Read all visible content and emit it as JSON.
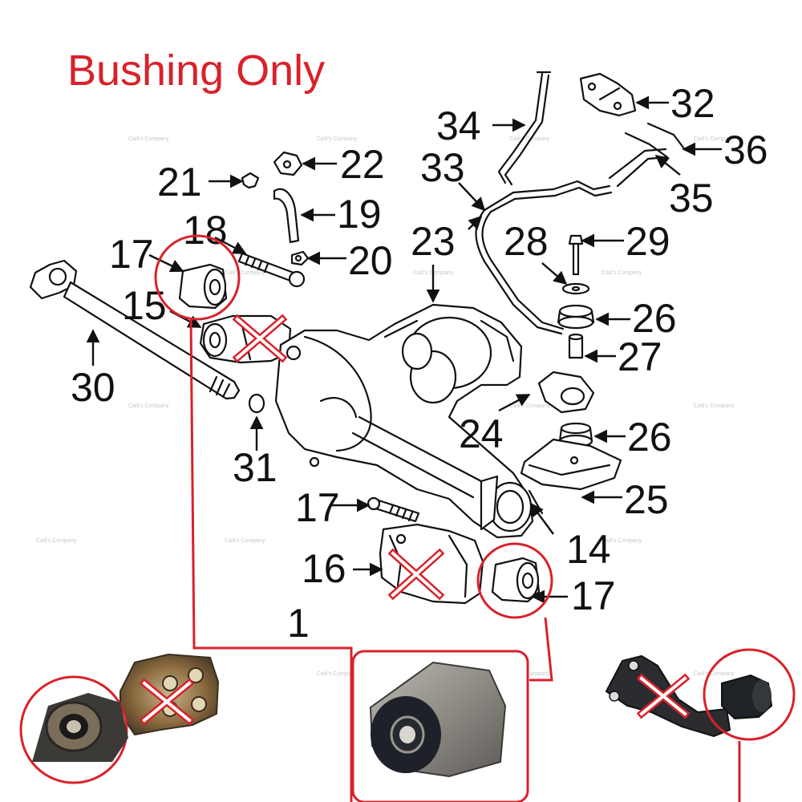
{
  "title": "Bushing Only",
  "watermark": "Caili's Company",
  "callouts": {
    "c1": "1",
    "c14": "14",
    "c15": "15",
    "c16": "16",
    "c17_topleft": "17",
    "c17_middle": "17",
    "c17_bottomright": "17",
    "c18": "18",
    "c19": "19",
    "c20": "20",
    "c21": "21",
    "c22": "22",
    "c23": "23",
    "c24": "24",
    "c25": "25",
    "c26_upper": "26",
    "c26_lower": "26",
    "c27": "27",
    "c28": "28",
    "c29": "29",
    "c30": "30",
    "c31": "31",
    "c32": "32",
    "c33": "33",
    "c34": "34",
    "c35": "35",
    "c36": "36"
  },
  "colors": {
    "highlight": "#d8222a",
    "lineart": "#111111",
    "background": "#ffffff"
  },
  "markers": {
    "included": "red-circle",
    "excluded": "red-x"
  }
}
